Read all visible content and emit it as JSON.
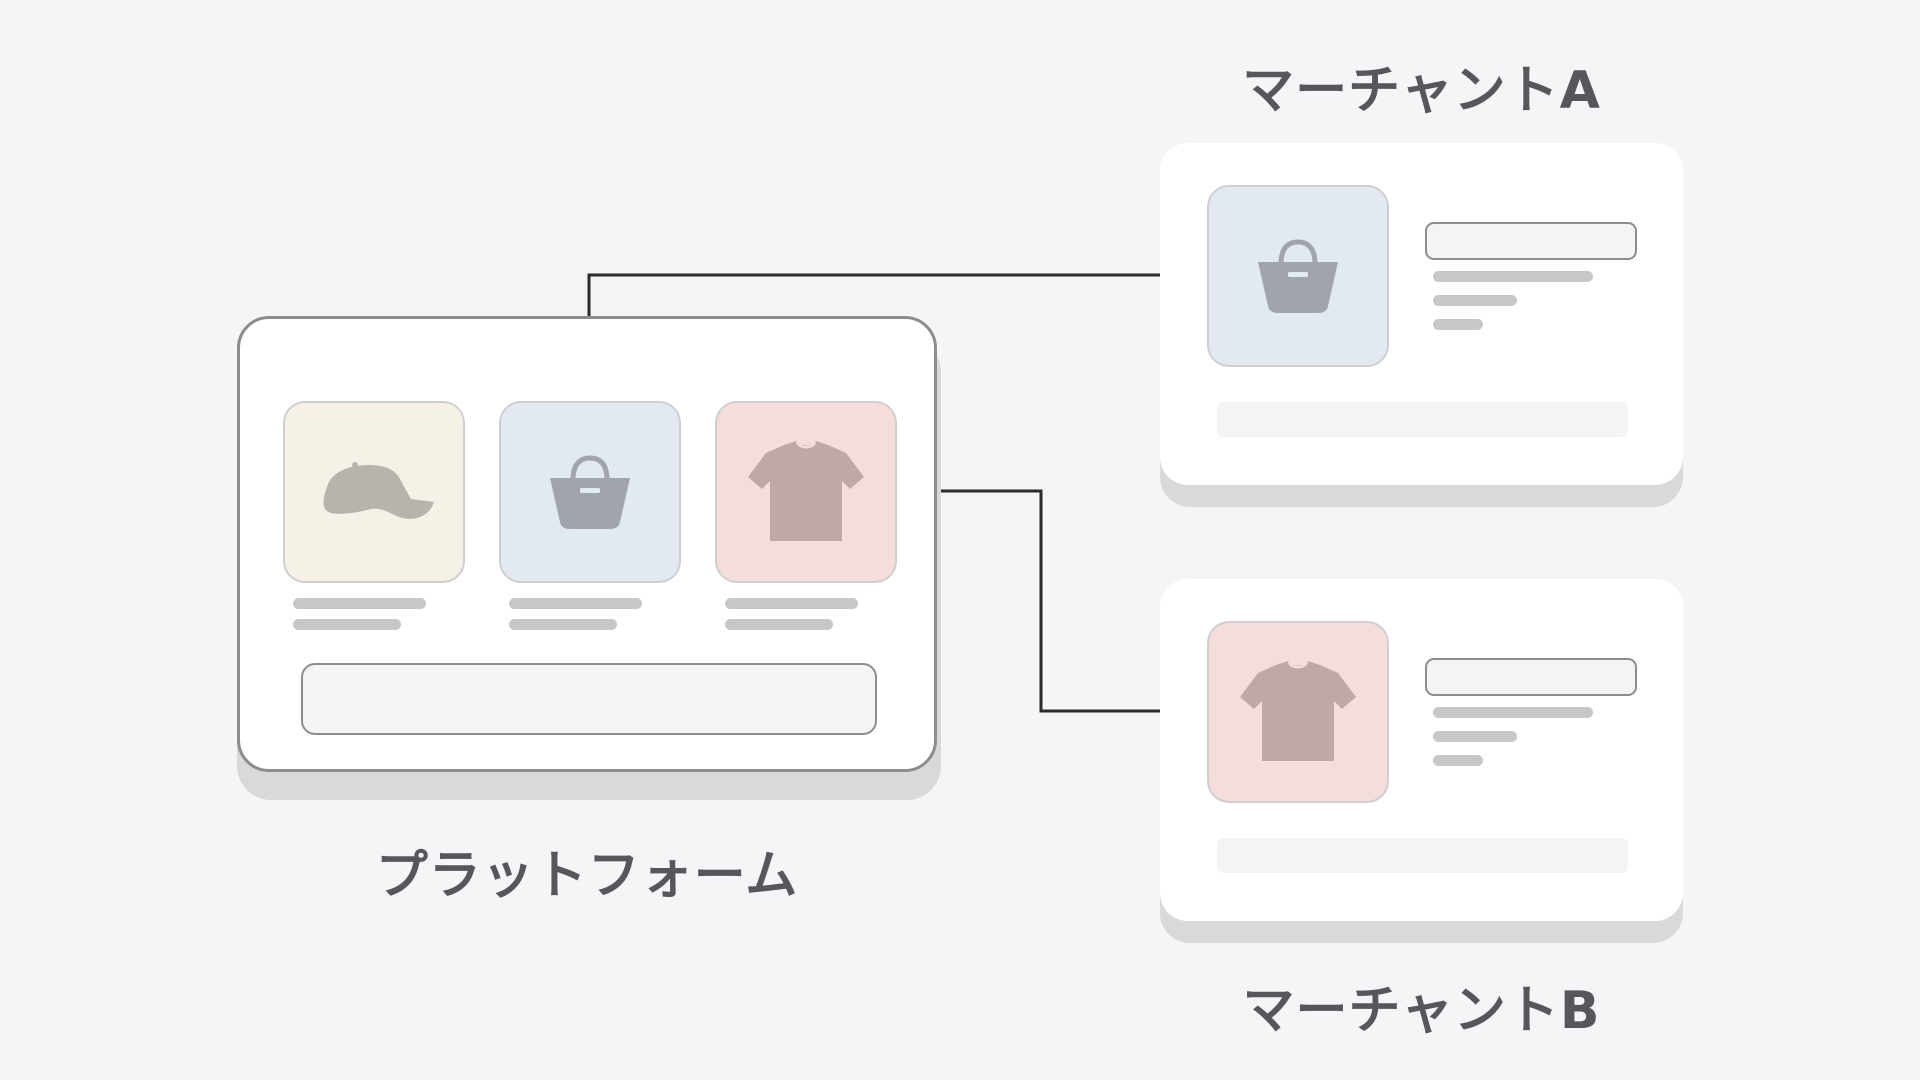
{
  "platform": {
    "label": "プラットフォーム",
    "products": [
      {
        "icon": "cap-icon",
        "bg": "#f5f1e7",
        "color": "#b7b4ad"
      },
      {
        "icon": "bag-icon",
        "bg": "#e2e9f0",
        "color": "#a0a5ad"
      },
      {
        "icon": "tshirt-icon",
        "bg": "#f4dddb",
        "color": "#bfa9a8"
      }
    ]
  },
  "merchant_a": {
    "label": "マーチャントA",
    "product": {
      "icon": "bag-icon",
      "bg": "#e2e9f0",
      "color": "#a0a5ad"
    }
  },
  "merchant_b": {
    "label": "マーチャントB",
    "product": {
      "icon": "tshirt-icon",
      "bg": "#f4dddb",
      "color": "#bfa9a8"
    }
  },
  "colors": {
    "background": "#f4f5f7",
    "connector": "#2b2b2b",
    "panel_border": "#8d8d8d",
    "placeholder_bar": "#c6c7c8",
    "label_text": "#55575b"
  }
}
